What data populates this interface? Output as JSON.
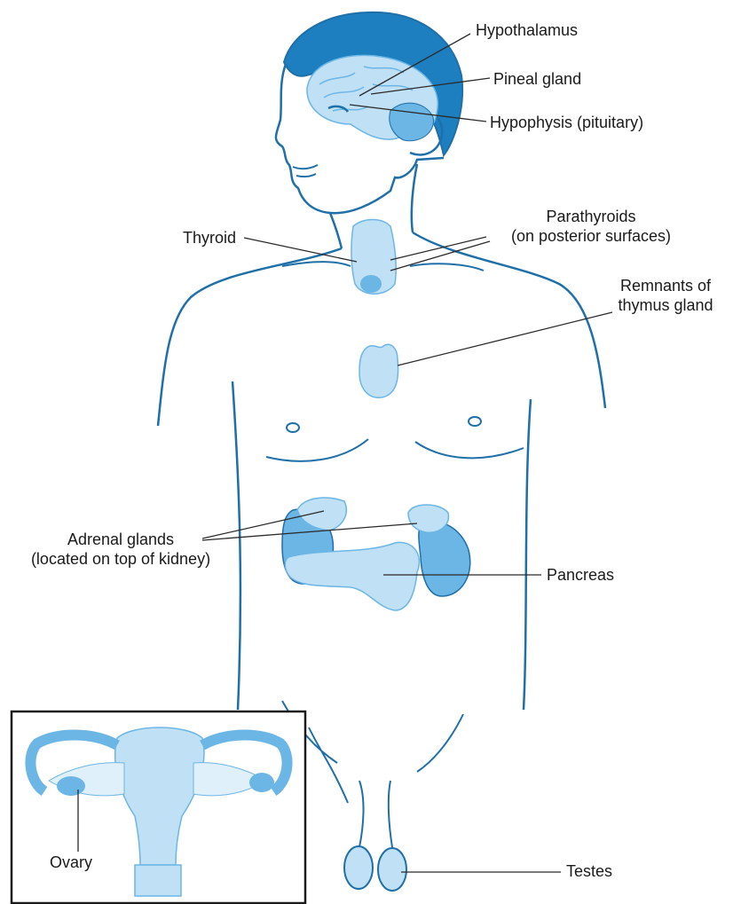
{
  "colors": {
    "outline": "#1f6fa8",
    "hair": "#1d7fc0",
    "organ_fill": "#bfe0f5",
    "organ_dark": "#6cb6e6",
    "leader": "#2a2a2a",
    "text": "#1a1a1a"
  },
  "labels": {
    "hypothalamus": "Hypothalamus",
    "pineal": "Pineal gland",
    "hypophysis": "Hypophysis (pituitary)",
    "parathyroids_1": "Parathyroids",
    "parathyroids_2": "(on posterior surfaces)",
    "thyroid": "Thyroid",
    "thymus_1": "Remnants of",
    "thymus_2": "thymus gland",
    "adrenal_1": "Adrenal glands",
    "adrenal_2": "(located on top of kidney)",
    "pancreas": "Pancreas",
    "ovary": "Ovary",
    "testes": "Testes"
  }
}
